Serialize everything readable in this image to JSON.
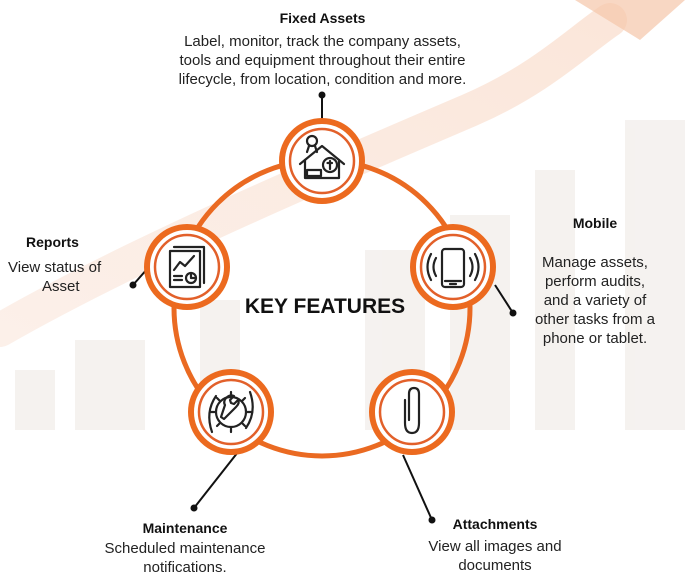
{
  "center_title": "KEY FEATURES",
  "colors": {
    "accent": "#ec6a1f",
    "ring": "#ea6a22",
    "text": "#222222"
  },
  "features": [
    {
      "id": "fixed-assets",
      "icon": "house-asset-icon",
      "title": "Fixed Assets",
      "lines": [
        "Label, monitor, track the company assets,",
        "tools and equipment throughout their entire",
        "lifecycle, from location, condition and more."
      ]
    },
    {
      "id": "mobile",
      "icon": "smartphone-icon",
      "title": "Mobile",
      "lines": [
        "Manage assets,",
        "perform audits,",
        "and a variety of",
        "other tasks from a",
        "phone or tablet."
      ]
    },
    {
      "id": "attachments",
      "icon": "paperclip-icon",
      "title": "Attachments",
      "lines": [
        "View all images and",
        "documents"
      ]
    },
    {
      "id": "maintenance",
      "icon": "gear-wrench-icon",
      "title": "Maintenance",
      "lines": [
        "Scheduled maintenance",
        "notifications."
      ]
    },
    {
      "id": "reports",
      "icon": "report-chart-icon",
      "title": "Reports",
      "lines": [
        "View status of",
        "Asset"
      ]
    }
  ]
}
